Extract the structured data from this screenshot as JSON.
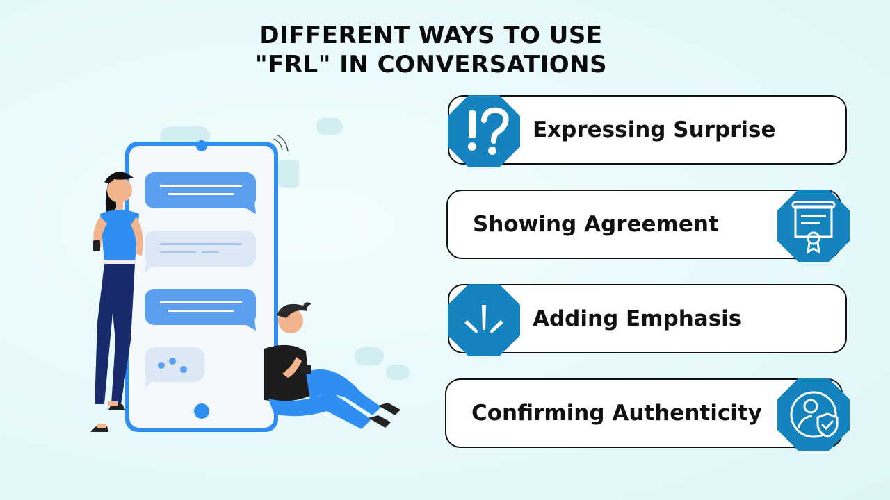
{
  "title": {
    "line1": "DIFFERENT WAYS TO USE",
    "line2": "\"FRL\" IN CONVERSATIONS"
  },
  "colors": {
    "background": "#e7f9fb",
    "accent_blue": "#1583bd",
    "phone_blue": "#2e8ef2",
    "card_border": "#111111",
    "text": "#111111"
  },
  "items": [
    {
      "label": "Expressing Surprise",
      "icon": "exclamation-question-icon"
    },
    {
      "label": "Showing Agreement",
      "icon": "certificate-scroll-icon"
    },
    {
      "label": "Adding Emphasis",
      "icon": "emphasis-burst-icon"
    },
    {
      "label": "Confirming Authenticity",
      "icon": "user-shield-check-icon"
    }
  ]
}
